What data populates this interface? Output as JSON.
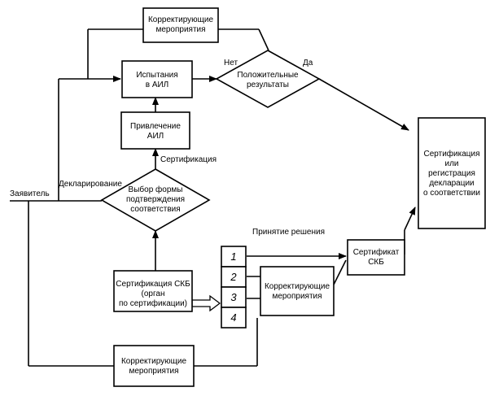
{
  "nodes": {
    "applicant": "Заявитель",
    "declaration_label": "Декларирование",
    "certification_label": "Сертификация",
    "choice": [
      "Выбор формы",
      "подтверждения",
      "соответствия"
    ],
    "testing": [
      "Испытания",
      "в АИЛ"
    ],
    "lab_engagement": [
      "Привлечение",
      "АИЛ"
    ],
    "corrective_top": [
      "Корректирующие",
      "мероприятия"
    ],
    "positive_results": [
      "Положительные",
      "результаты"
    ],
    "no_label": "Нет",
    "yes_label": "Да",
    "final_result": [
      "Сертификация",
      "или",
      "регистрация",
      "декларации",
      "о соответствии"
    ],
    "skb_cert": [
      "Сертификация СКБ",
      "(орган",
      "по сертификации)"
    ],
    "decision_label": "Принятие решения",
    "options": [
      "1",
      "2",
      "3",
      "4"
    ],
    "corrective_mid": [
      "Корректирующие",
      "мероприятия"
    ],
    "skb_certificate": [
      "Сертификат",
      "СКБ"
    ],
    "corrective_bottom": [
      "Корректирующие",
      "мероприятия"
    ]
  }
}
